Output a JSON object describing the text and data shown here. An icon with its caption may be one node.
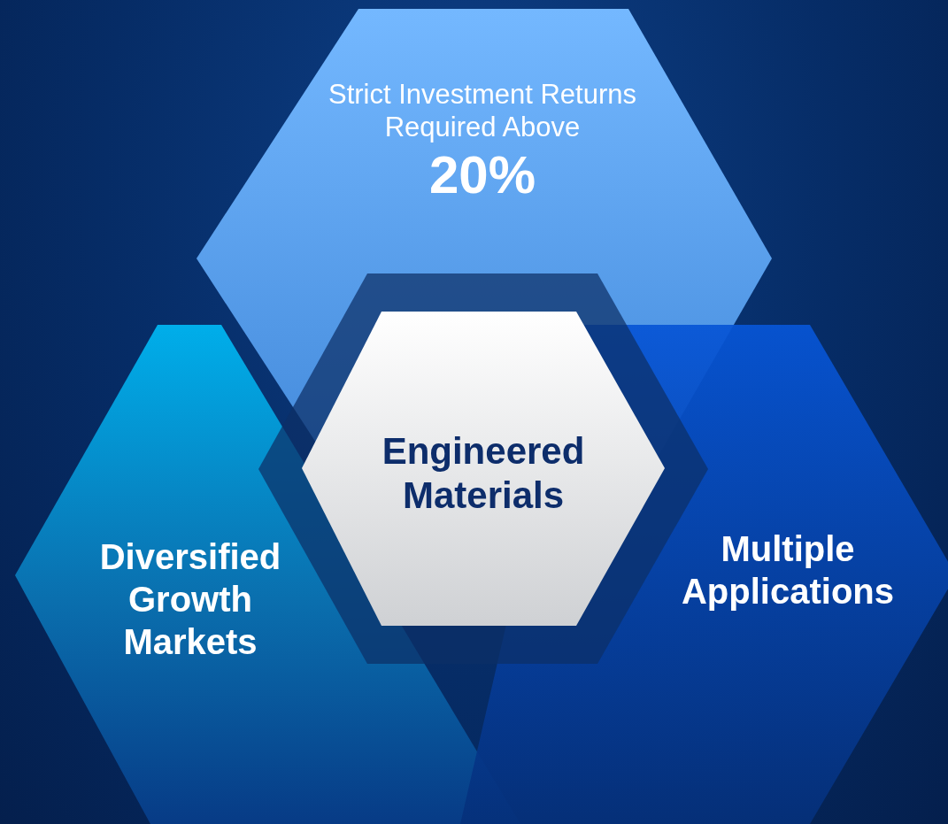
{
  "diagram": {
    "nodes": [
      {
        "text": [
          "Strict Investment Returns Required Above",
          "20%"
        ]
      },
      {
        "text": [
          "Diversified Growth Markets"
        ]
      },
      {
        "text": [
          "Multiple Applications"
        ]
      },
      {
        "text": [],
        "shape": "hexagon"
      },
      {
        "text": [
          "Engineered Materials"
        ],
        "in": 3
      }
    ]
  }
}
